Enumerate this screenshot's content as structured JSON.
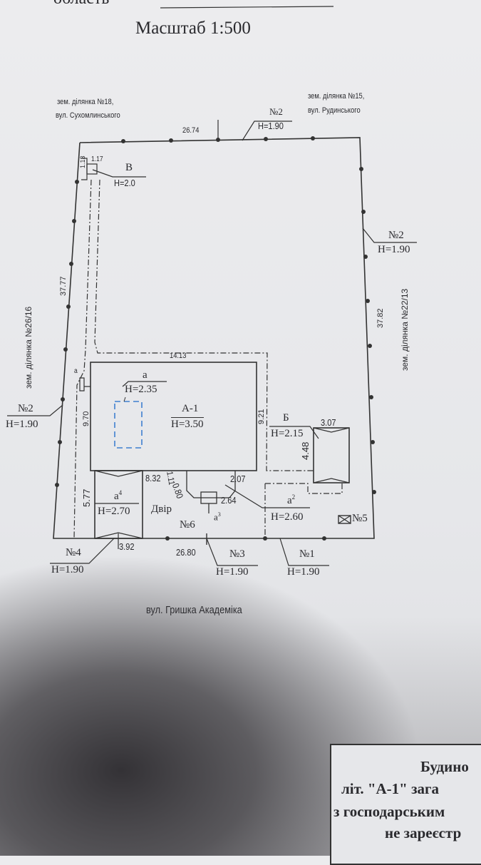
{
  "header": {
    "region_fragment": "область",
    "scale": "Масштаб 1:500"
  },
  "neighbors": {
    "north_left": [
      "зем. ділянка №18,",
      "вул. Сухомлинського"
    ],
    "north_right": [
      "зем. ділянка №15,",
      "вул. Рудинського"
    ],
    "west": "зем. ділянка №26/16",
    "east": "зем. ділянка №22/13",
    "street": "вул. Гришка Академіка"
  },
  "dimensions": {
    "top": "26.74",
    "left": "37.77",
    "right": "37.82",
    "bottom": "26.80",
    "a1_width": "14.13",
    "a1_depth": "9.70",
    "a1_right": "9.21",
    "b_width": "3.07",
    "b_depth": "4.48",
    "v_small_1": "1.13",
    "v_small_2": "1.17",
    "a4_depth": "5.77",
    "a4_width": "3.92",
    "a4_top": "8.32",
    "a3_dims": [
      "0.80",
      "1.11"
    ],
    "a3_side": "2.07",
    "a3_depth": "2.64"
  },
  "buildings": {
    "a1": {
      "label": "А-1",
      "height": "H=3.50"
    },
    "a": {
      "label": "а",
      "height": "H=2.35"
    },
    "b": {
      "label": "Б",
      "height": "H=2.15"
    },
    "v": {
      "label": "В",
      "height": "H=2.0"
    },
    "a4": {
      "label": "а",
      "sup": "4",
      "height": "H=2.70"
    },
    "a2": {
      "label": "а",
      "sup": "2",
      "height": "H=2.60"
    },
    "a3": {
      "label": "а",
      "sup": "3"
    },
    "a_small": "а",
    "yard": "Двір"
  },
  "fences": {
    "n2_top": {
      "label": "№2",
      "height": "H=1.90"
    },
    "n2_right": {
      "label": "№2",
      "height": "H=1.90"
    },
    "n2_left": {
      "label": "№2",
      "height": "H=1.90"
    },
    "n4": {
      "label": "№4",
      "height": "H=1.90"
    },
    "n3": {
      "label": "№3",
      "height": "H=1.90"
    },
    "n1": {
      "label": "№1",
      "height": "H=1.90"
    },
    "n5": "№5",
    "n6": "№6"
  },
  "caption_box": {
    "lines": [
      "Будино",
      "літ. \"А-1\" зага",
      "з господарським",
      "не зареєстр"
    ]
  },
  "colors": {
    "paper": "#e8e9ec",
    "ink": "#2a2a2e",
    "blue_mark": "#3f7fd0"
  }
}
